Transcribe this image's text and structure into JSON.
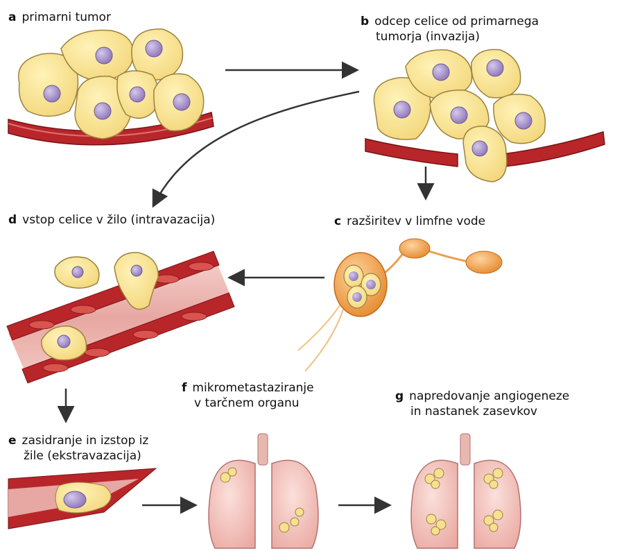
{
  "steps": {
    "a": {
      "letter": "a",
      "line1": "primarni tumor"
    },
    "b": {
      "letter": "b",
      "line1": "odcep celice od primarnega",
      "line2": "tumorja (invazija)"
    },
    "c": {
      "letter": "c",
      "line1": "razširitev v limfne vode"
    },
    "d": {
      "letter": "d",
      "line1": "vstop celice v žilo (intravazacija)"
    },
    "e": {
      "letter": "e",
      "line1": "zasidranje in izstop iz",
      "line2": "žile (ekstravazacija)"
    },
    "f": {
      "letter": "f",
      "line1": "mikrometastaziranje",
      "line2": "v tarčnem organu"
    },
    "g": {
      "letter": "g",
      "line1": "napredovanje angiogeneze",
      "line2": "in nastanek zasevkov"
    }
  },
  "colors": {
    "cell_fill": "#f7e08f",
    "cell_stroke": "#9b8240",
    "nucleus": "#a792c9",
    "vessel": "#b8262a",
    "lymph": "#f0a24d",
    "lung": "#f3c3bd",
    "arrow": "#333333"
  }
}
